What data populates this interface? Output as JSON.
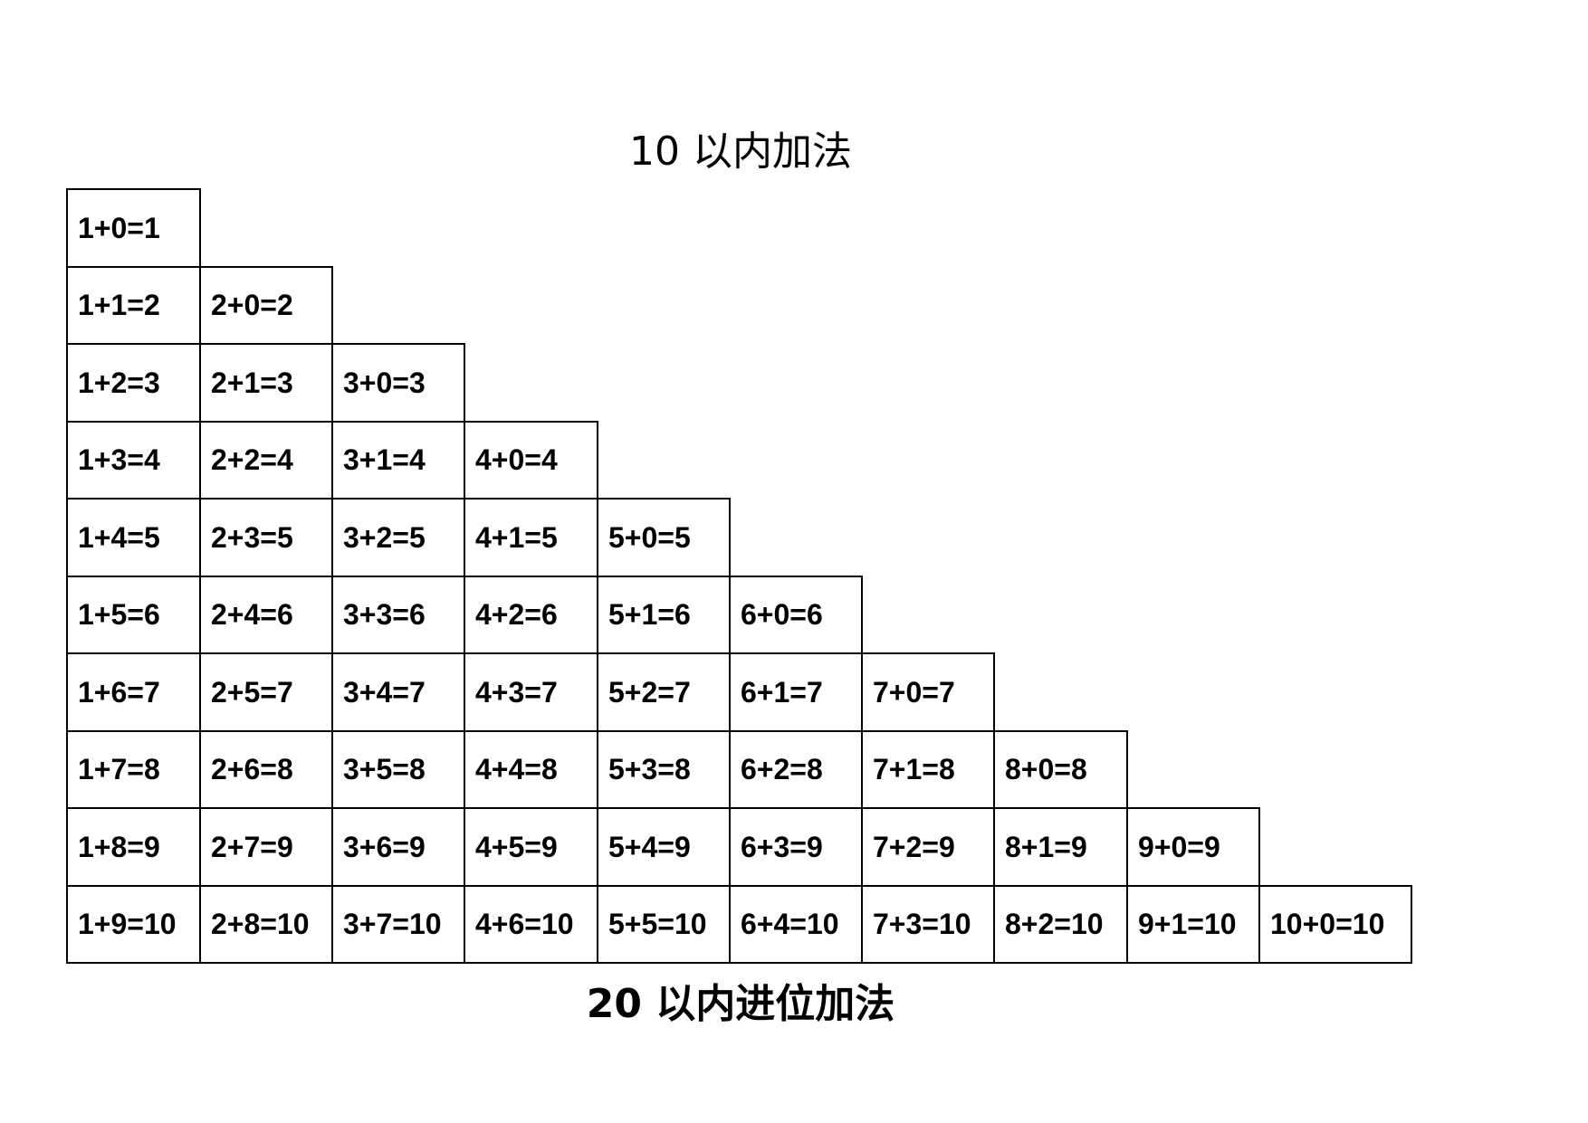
{
  "page": {
    "title_top": "10 以内加法",
    "title_bottom": "20 以内进位加法"
  },
  "table": {
    "rows": [
      [
        "1+0=1"
      ],
      [
        "1+1=2",
        "2+0=2"
      ],
      [
        "1+2=3",
        "2+1=3",
        "3+0=3"
      ],
      [
        "1+3=4",
        "2+2=4",
        "3+1=4",
        "4+0=4"
      ],
      [
        "1+4=5",
        "2+3=5",
        "3+2=5",
        "4+1=5",
        "5+0=5"
      ],
      [
        "1+5=6",
        "2+4=6",
        "3+3=6",
        "4+2=6",
        "5+1=6",
        "6+0=6"
      ],
      [
        "1+6=7",
        "2+5=7",
        "3+4=7",
        "4+3=7",
        "5+2=7",
        "6+1=7",
        "7+0=7"
      ],
      [
        "1+7=8",
        "2+6=8",
        "3+5=8",
        "4+4=8",
        "5+3=8",
        "6+2=8",
        "7+1=8",
        "8+0=8"
      ],
      [
        "1+8=9",
        "2+7=9",
        "3+6=9",
        "4+5=9",
        "5+4=9",
        "6+3=9",
        "7+2=9",
        "8+1=9",
        "9+0=9"
      ],
      [
        "1+9=10",
        "2+8=10",
        "3+7=10",
        "4+6=10",
        "5+5=10",
        "6+4=10",
        "7+3=10",
        "8+2=10",
        "9+1=10",
        "10+0=10"
      ]
    ]
  }
}
